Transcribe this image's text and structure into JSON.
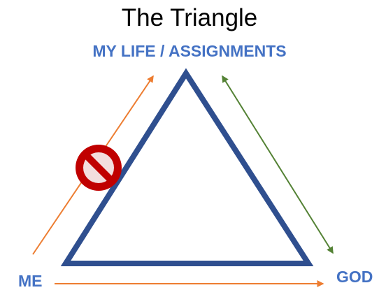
{
  "title": "The Triangle",
  "nodes": {
    "top": "MY LIFE / ASSIGNMENTS",
    "bottom_left": "ME",
    "bottom_right": "GOD"
  },
  "colors": {
    "triangle": "#2f4f8f",
    "node_label": "#4472c4",
    "arrow_orange": "#ed7d31",
    "arrow_green": "#548235",
    "prohibited": "#c00000"
  },
  "icons": {
    "prohibited": "prohibited-icon"
  }
}
